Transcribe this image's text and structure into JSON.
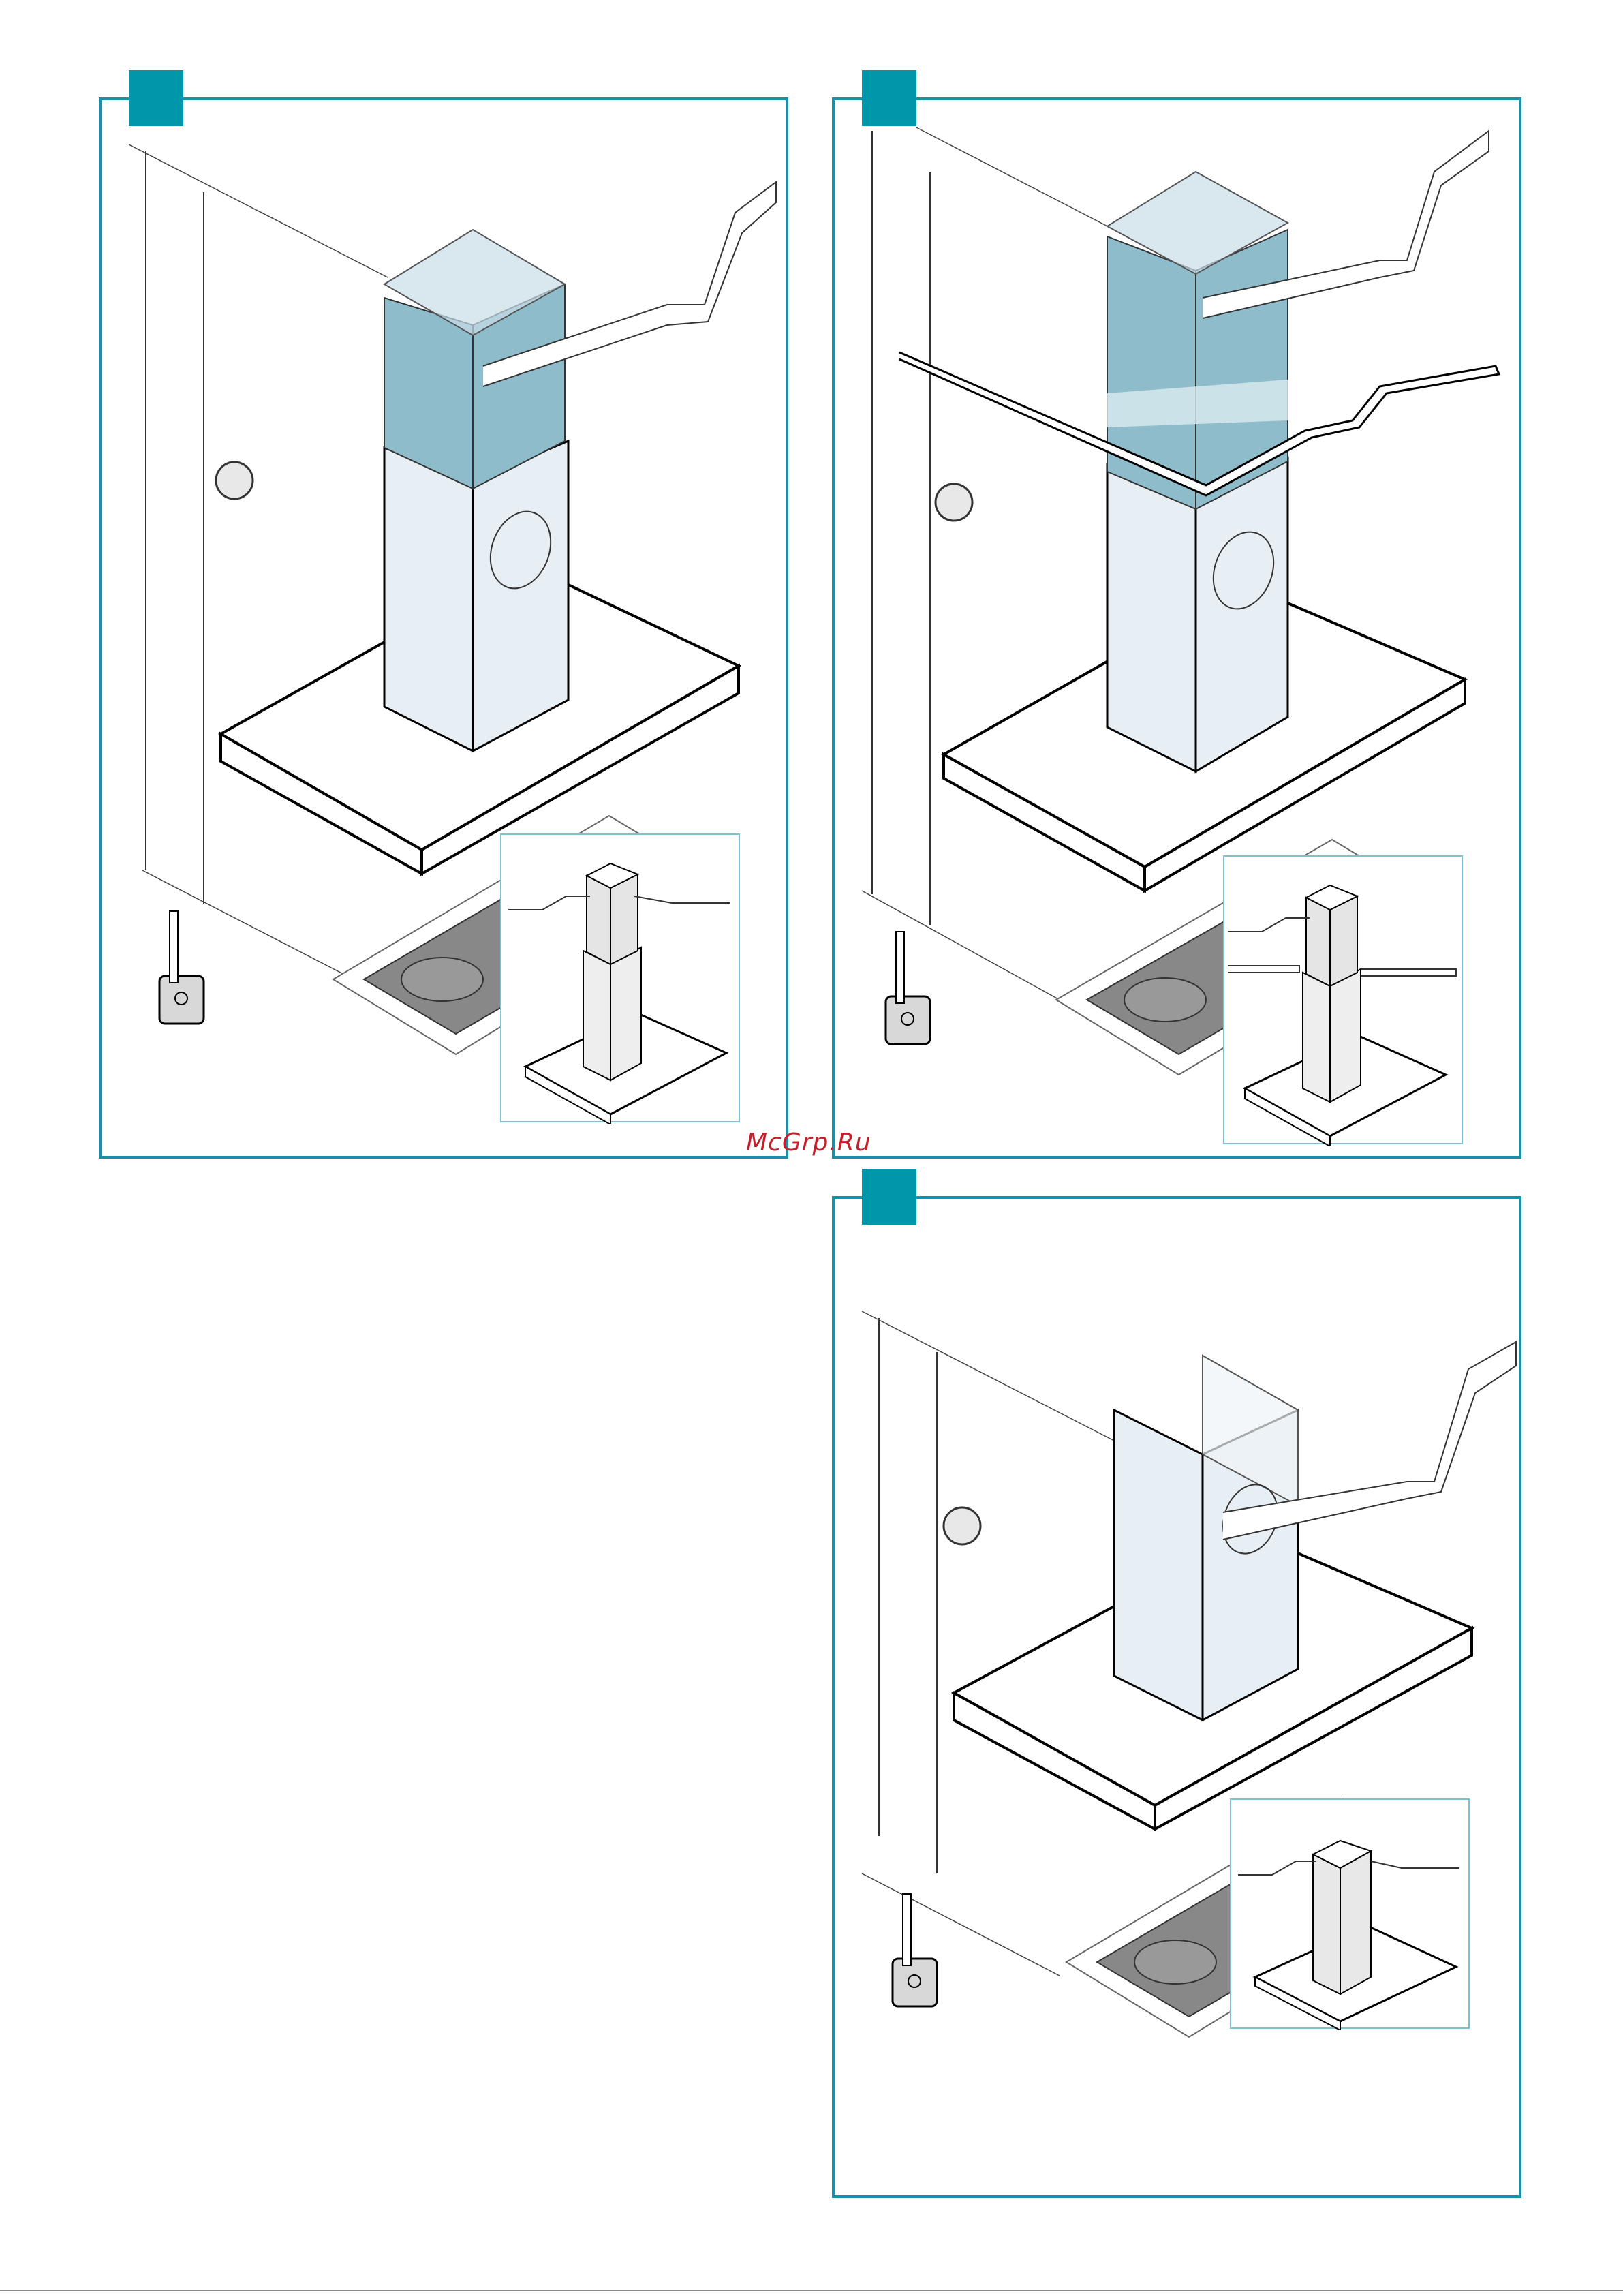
{
  "watermark": {
    "text": "McGrp.Ru"
  },
  "colors": {
    "frame": "#1a8fa8",
    "tag": "#0097aa",
    "duct_blue": "#8fbccb",
    "chimney_light": "#e7eff5"
  },
  "panels": [
    {
      "id": "panel-1",
      "tag_label": "",
      "icon": "tape-measure-icon"
    },
    {
      "id": "panel-2",
      "tag_label": "",
      "icon": "tape-measure-icon"
    },
    {
      "id": "panel-3",
      "tag_label": "",
      "icon": "tape-measure-icon"
    }
  ]
}
